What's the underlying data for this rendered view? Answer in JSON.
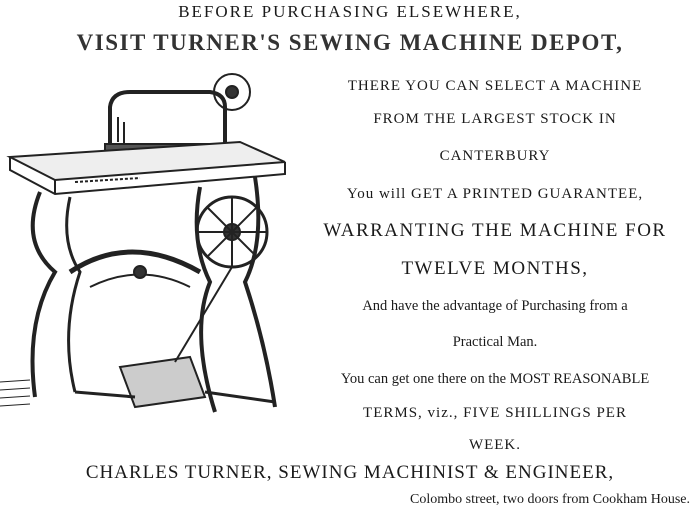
{
  "headline": "BEFORE PURCHASING ELSEWHERE,",
  "title": "VISIT TURNER'S SEWING MACHINE DEPOT,",
  "body": [
    "THERE YOU CAN SELECT A MACHINE",
    "FROM THE LARGEST STOCK IN",
    "CANTERBURY",
    "You will GET A PRINTED GUARANTEE,",
    "WARRANTING THE MACHINE FOR",
    "TWELVE MONTHS,",
    "And have the advantage of Purchasing from a",
    "Practical Man.",
    "You can get one there on the MOST REASONABLE",
    "TERMS, viz., FIVE SHILLINGS PER",
    "WEEK."
  ],
  "footer": "CHARLES TURNER, SEWING MACHINIST & ENGINEER,",
  "address": "Colombo street, two doors from Cookham House."
}
